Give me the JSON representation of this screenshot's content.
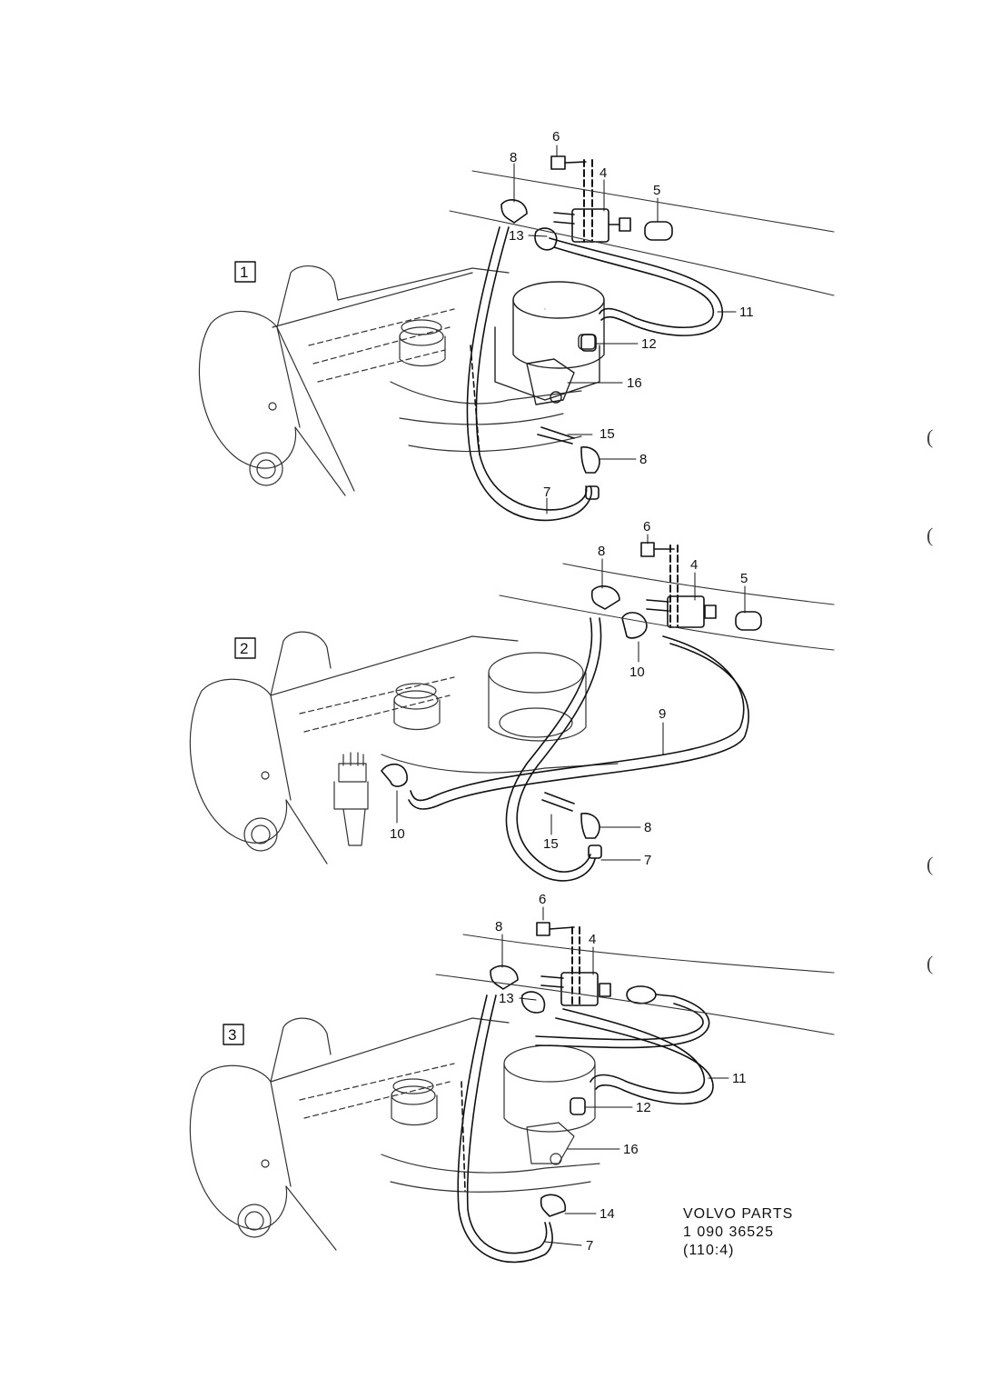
{
  "views": [
    {
      "id": "1",
      "callouts": [
        "6",
        "8",
        "4",
        "5",
        "13",
        "11",
        "12",
        "16",
        "15",
        "8",
        "7"
      ]
    },
    {
      "id": "2",
      "callouts": [
        "6",
        "8",
        "4",
        "5",
        "10",
        "9",
        "10",
        "15",
        "8",
        "7"
      ]
    },
    {
      "id": "3",
      "callouts": [
        "6",
        "8",
        "4",
        "13",
        "11",
        "12",
        "16",
        "14",
        "7"
      ]
    }
  ],
  "footer": {
    "brand": "VOLVO PARTS",
    "part_number": "1 090 36525",
    "ref": "(110:4)"
  },
  "margin_marks": [
    "(",
    "(",
    "(",
    "("
  ],
  "colors": {
    "ink": "#111111",
    "paper": "#ffffff"
  }
}
